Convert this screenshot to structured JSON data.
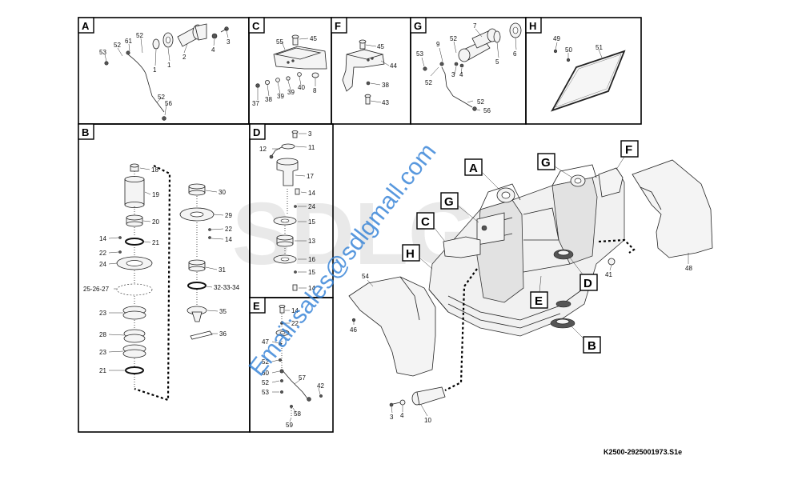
{
  "panels": {
    "A": {
      "letter": "A",
      "labels": [
        "53",
        "52",
        "61",
        "52",
        "1",
        "1",
        "2",
        "4",
        "3",
        "52",
        "56"
      ]
    },
    "C": {
      "letter": "C",
      "labels": [
        "55",
        "45",
        "37",
        "38",
        "39",
        "39",
        "40",
        "8"
      ]
    },
    "F": {
      "letter": "F",
      "labels": [
        "45",
        "44",
        "38",
        "43"
      ]
    },
    "G": {
      "letter": "G",
      "labels": [
        "53",
        "52",
        "9",
        "52",
        "7",
        "3",
        "4",
        "5",
        "6",
        "52",
        "56"
      ]
    },
    "H": {
      "letter": "H",
      "labels": [
        "49",
        "50",
        "51"
      ]
    },
    "B": {
      "letter": "B",
      "labels": [
        "18",
        "19",
        "20",
        "14",
        "21",
        "22",
        "24",
        "25-26-27",
        "23",
        "28",
        "23",
        "21",
        "30",
        "29",
        "22",
        "14",
        "31",
        "32-33-34",
        "35",
        "36"
      ]
    },
    "D": {
      "letter": "D",
      "labels": [
        "3",
        "12",
        "11",
        "17",
        "14",
        "24",
        "15",
        "13",
        "16",
        "15",
        "14"
      ]
    },
    "E": {
      "letter": "E",
      "labels": [
        "14",
        "22",
        "47",
        "52",
        "60",
        "57",
        "52",
        "53",
        "42",
        "58",
        "59"
      ]
    }
  },
  "main": {
    "callouts": [
      "A",
      "G",
      "F",
      "C",
      "H",
      "D",
      "E",
      "B",
      "G"
    ],
    "labels": [
      "54",
      "46",
      "41",
      "48",
      "3",
      "4",
      "10"
    ]
  },
  "reference": "K2500-2925001973.S1e",
  "watermark": {
    "logo": "SDLG",
    "email": "Email:sales@sdlgmall.com"
  }
}
